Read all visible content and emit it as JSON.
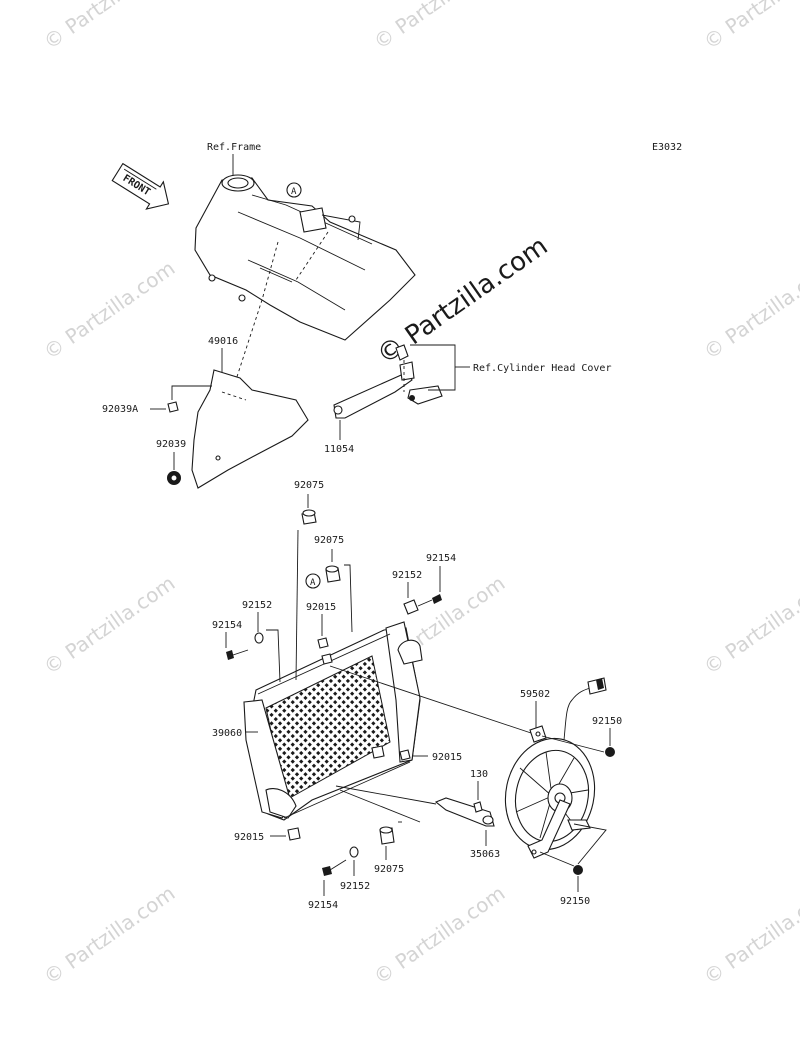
{
  "watermark": {
    "text": "© Partzilla.com",
    "center_text": "© Partzilla.com"
  },
  "diagram": {
    "code": "E3032",
    "front_label": "FRONT",
    "ref_frame": "Ref.Frame",
    "ref_cylinder_head_cover": "Ref.Cylinder Head Cover",
    "marker_a": "A"
  },
  "parts": {
    "p49016": "49016",
    "p92039A": "92039A",
    "p92039": "92039",
    "p11054": "11054",
    "p92075_top": "92075",
    "p92075_mid": "92075",
    "p92154_right": "92154",
    "p92152_right": "92152",
    "p92015_top": "92015",
    "p92152_left": "92152",
    "p92154_left": "92154",
    "p39060": "39060",
    "p59502": "59502",
    "p92150_top": "92150",
    "p92015_mid": "92015",
    "p130": "130",
    "p92015_bottom": "92015",
    "p35063": "35063",
    "p92075_bottom": "92075",
    "p92152_bottom": "92152",
    "p92154_bottom": "92154",
    "p92150_bottom": "92150"
  }
}
